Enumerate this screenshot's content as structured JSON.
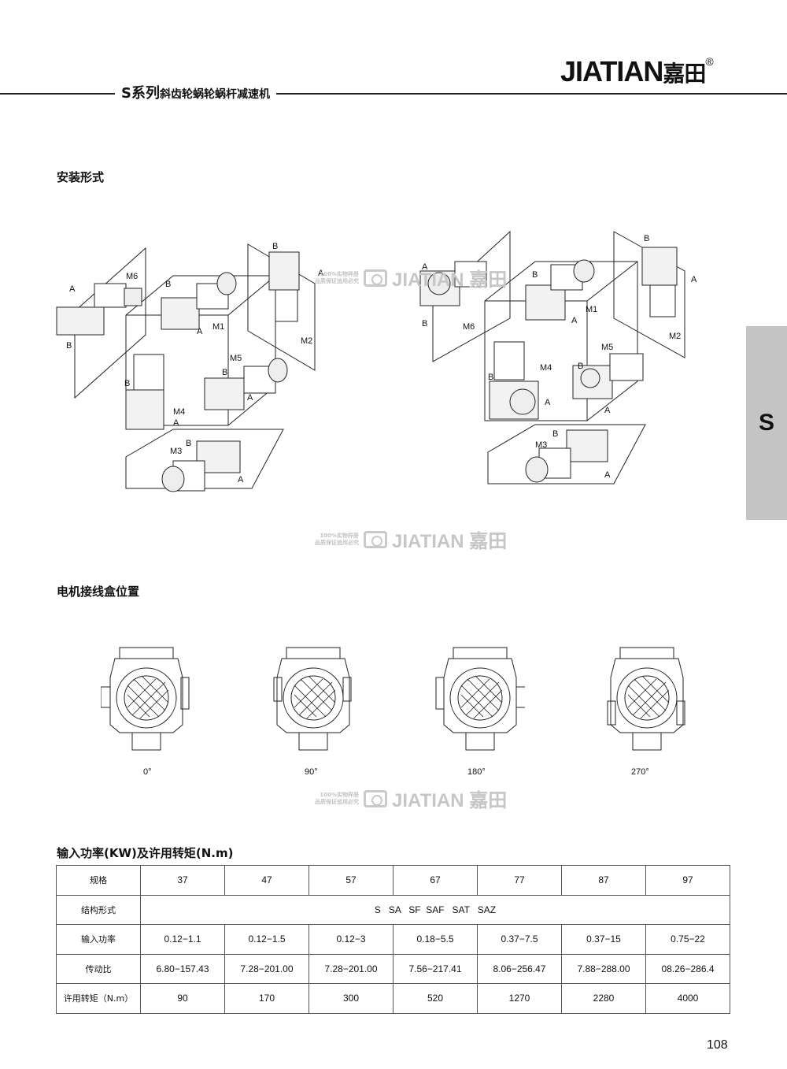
{
  "header": {
    "series_title_main": "S系列",
    "series_title_sub": "斜齿轮蜗轮蜗杆减速机",
    "brand_latin": "JIATIAN",
    "brand_cn": "嘉田",
    "brand_reg": "®"
  },
  "side_tab": {
    "label": "S"
  },
  "sections": {
    "mounting_title": "安装形式",
    "terminal_box_title": "电机接线盒位置",
    "table_title": "输入功率(KW)及许用转矩(N.m)"
  },
  "mounting_labels": {
    "m1": "M1",
    "m2": "M2",
    "m3": "M3",
    "m4": "M4",
    "m5": "M5",
    "m6": "M6",
    "a": "A",
    "b": "B"
  },
  "watermark": {
    "line1": "100%实物样册",
    "line2": "品质保证追用必究",
    "brand": "JIATIAN 嘉田"
  },
  "terminal_positions": [
    "0°",
    "90°",
    "180°",
    "270°"
  ],
  "table": {
    "row_headers": [
      "规格",
      "结构形式",
      "输入功率",
      "传动比",
      "许用转矩（N.m）"
    ],
    "sizes": [
      "37",
      "47",
      "57",
      "67",
      "77",
      "87",
      "97"
    ],
    "structure": "S   SA   SF  SAF   SAT   SAZ",
    "input_power": [
      "0.12−1.1",
      "0.12−1.5",
      "0.12−3",
      "0.18−5.5",
      "0.37−7.5",
      "0.37−15",
      "0.75−22"
    ],
    "ratio": [
      "6.80−157.43",
      "7.28−201.00",
      "7.28−201.00",
      "7.56−217.41",
      "8.06−256.47",
      "7.88−288.00",
      "08.26−286.4"
    ],
    "torque": [
      "90",
      "170",
      "300",
      "520",
      "1270",
      "2280",
      "4000"
    ]
  },
  "page_number": "108"
}
